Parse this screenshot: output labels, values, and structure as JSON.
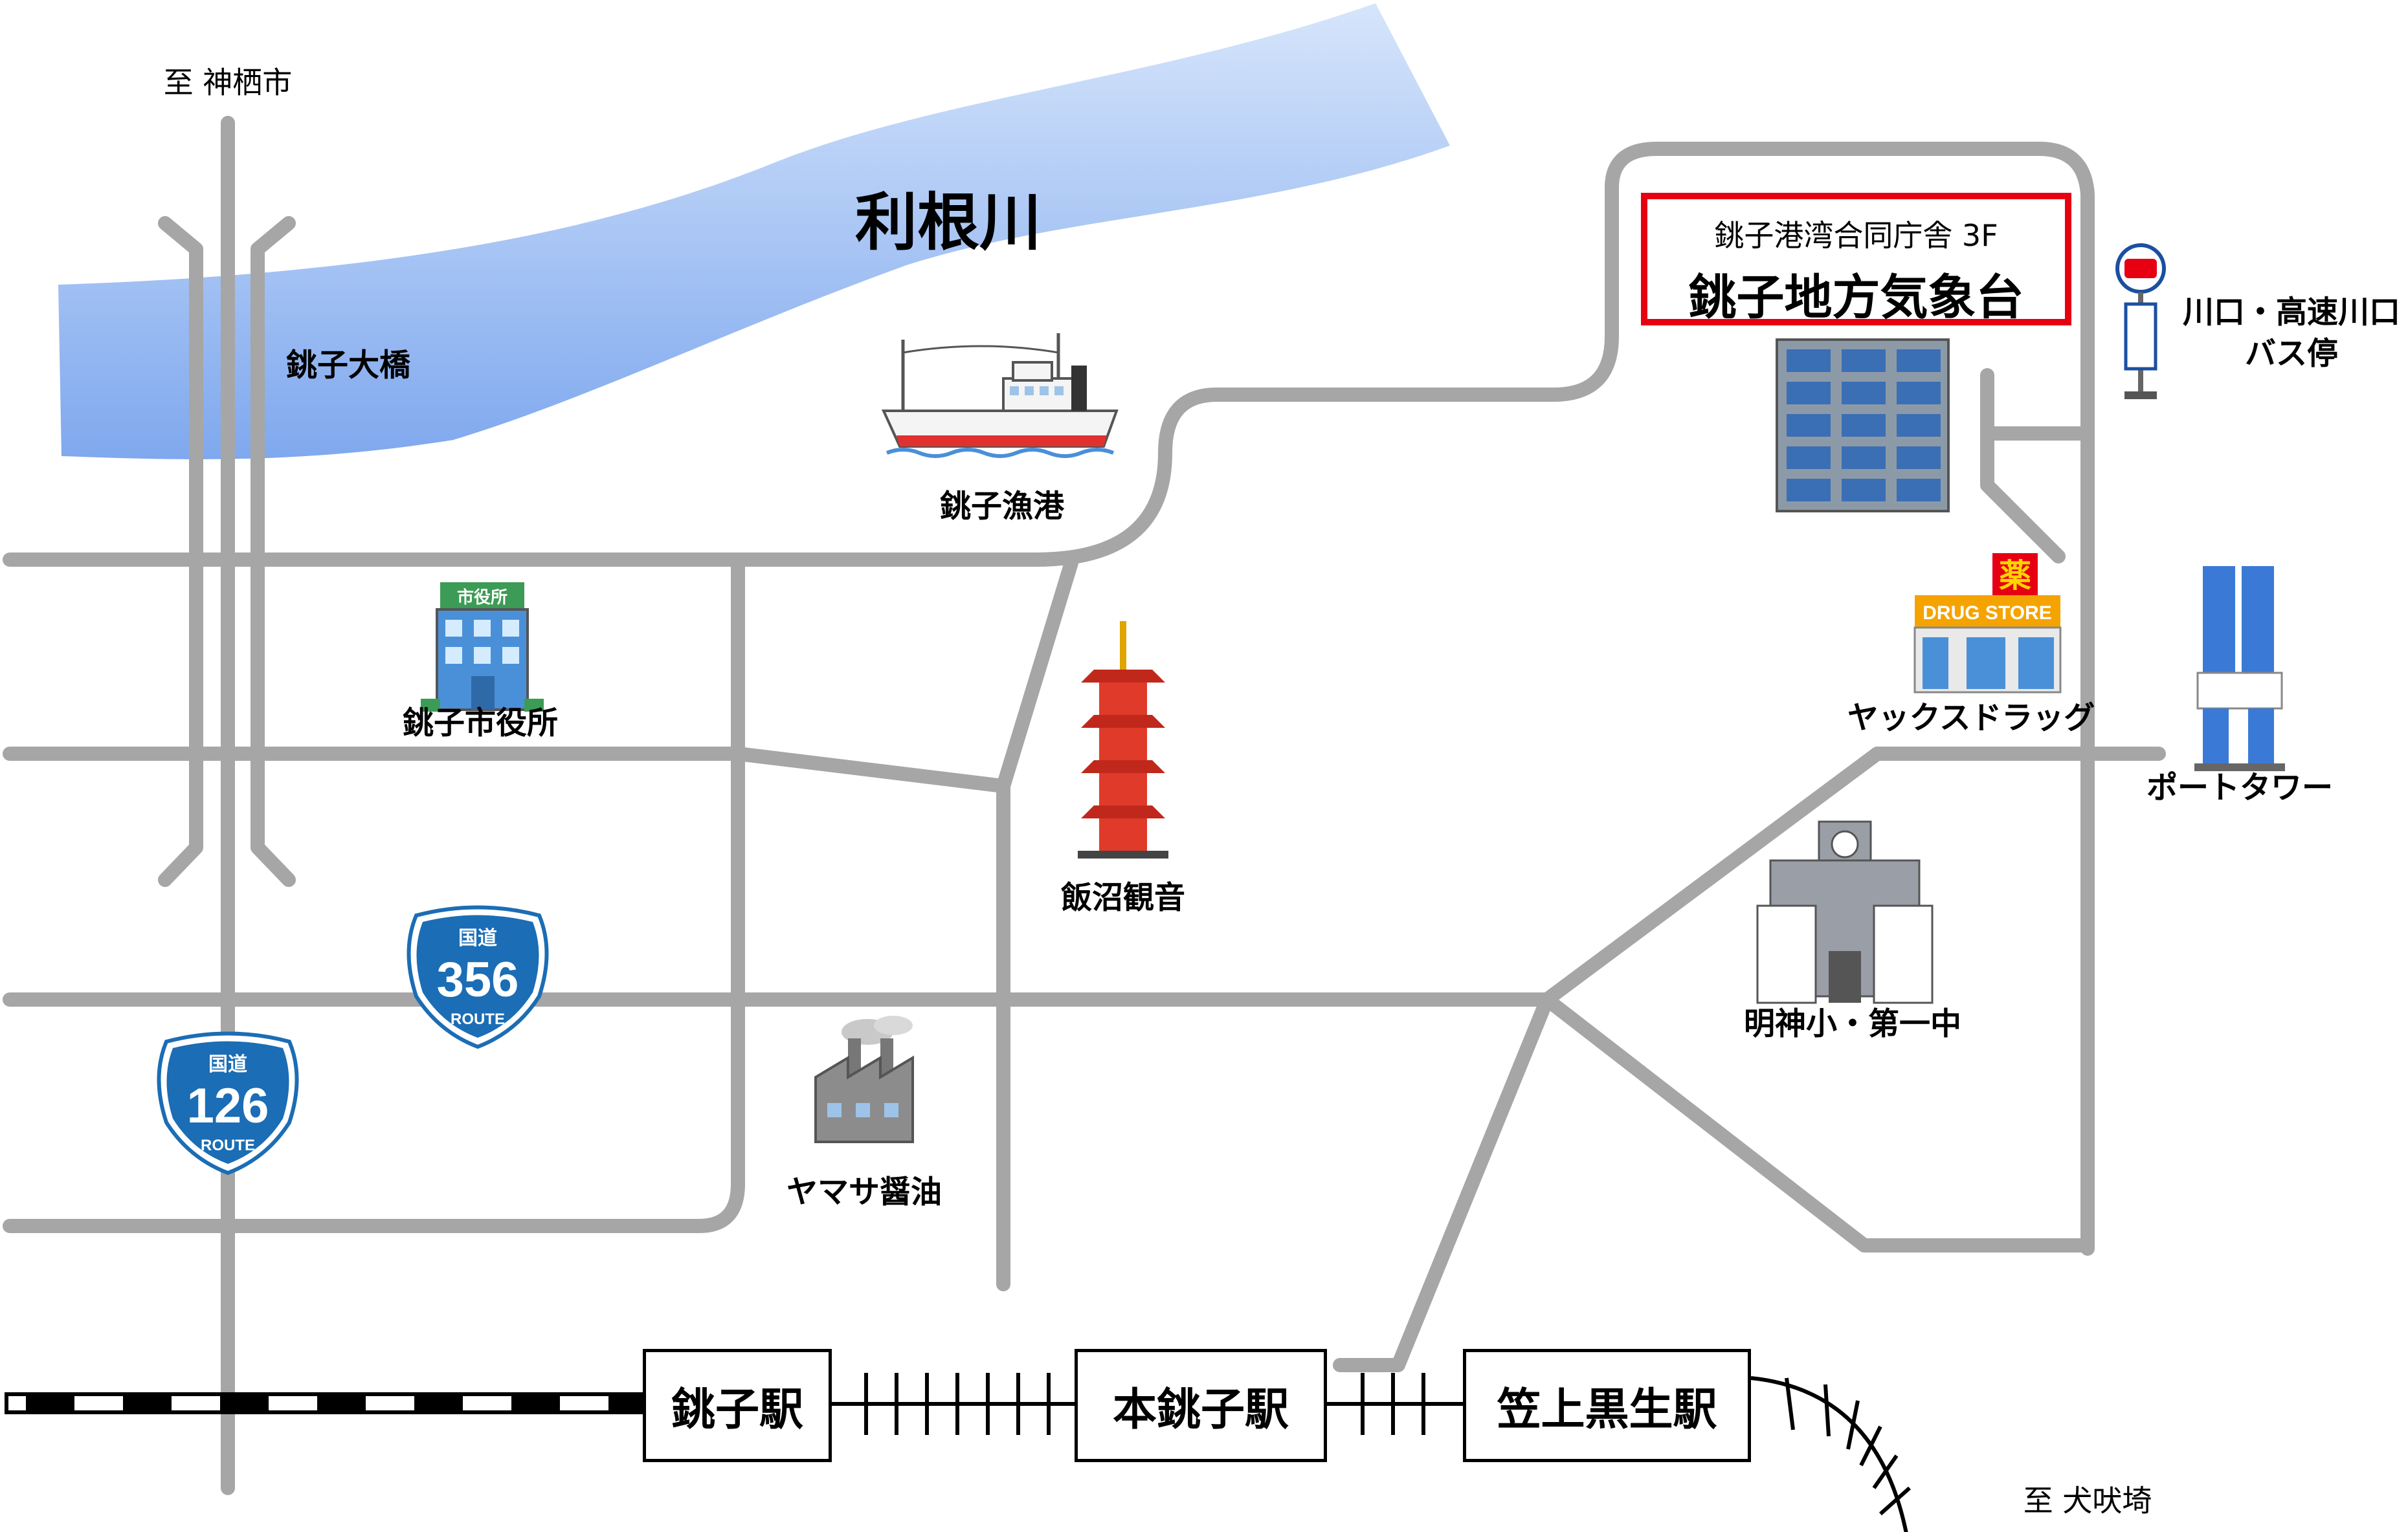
{
  "colors": {
    "road": "#a6a6a6",
    "river_top": "#d6e5fb",
    "river_bottom": "#7fa8ee",
    "highlight_border": "#e60012",
    "route_sign": "#1b6db5",
    "railway": "#000000"
  },
  "map": {
    "river_name": "利根川",
    "directions": {
      "north_west": "至 神栖市",
      "south_east": "至 犬吠埼"
    },
    "target": {
      "building_sub": "銚子港湾合同庁舎 3F",
      "name": "銚子地方気象台"
    },
    "landmarks": {
      "bridge": "銚子大橋",
      "fishing_port": "銚子漁港",
      "city_hall": "銚子市役所",
      "city_hall_sign": "市役所",
      "temple": "飯沼観音",
      "factory": "ヤマサ醤油",
      "drugstore": "ヤックスドラッグ",
      "drugstore_sign": "DRUG STORE",
      "drugstore_mark": "薬",
      "tower": "ポートタワー",
      "school": "明神小・第一中",
      "bus_stop_line1": "川口・高速川口",
      "bus_stop_line2": "バス停"
    },
    "routes": [
      {
        "kanji": "国道",
        "number": "356",
        "word": "ROUTE"
      },
      {
        "kanji": "国道",
        "number": "126",
        "word": "ROUTE"
      }
    ],
    "stations": [
      "銚子駅",
      "本銚子駅",
      "笠上黒生駅"
    ]
  }
}
